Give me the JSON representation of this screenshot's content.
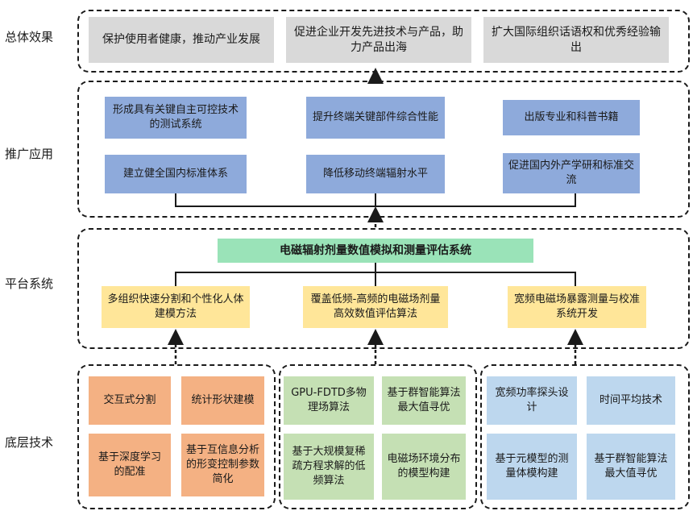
{
  "layers": {
    "overall": "总体效果",
    "application": "推广应用",
    "platform": "平台系统",
    "foundation": "底层技术"
  },
  "overall": {
    "items": [
      "保护使用者健康，推动产业发展",
      "促进企业开发先进技术与产品，助力产品出海",
      "扩大国际组织话语权和优秀经验输出"
    ]
  },
  "application": {
    "items": [
      "形成具有关键自主可控技术的测试系统",
      "提升终端关键部件综合性能",
      "出版专业和科普书籍",
      "建立健全国内标准体系",
      "降低移动终端辐射水平",
      "促进国内外产学研和标准交流"
    ]
  },
  "platform": {
    "title": "电磁辐射剂量数值模拟和测量评估系统",
    "items": [
      "多组织快速分割和个性化人体建模方法",
      "覆盖低频-高频的电磁场剂量高效数值评估算法",
      "宽频电磁场暴露测量与校准系统开发"
    ]
  },
  "foundation": {
    "group1": [
      "交互式分割",
      "统计形状建模",
      "基于深度学习的配准",
      "基于互信息分析的形变控制参数简化"
    ],
    "group2": [
      "GPU-FDTD多物理场算法",
      "基于群智能算法最大值寻优",
      "基于大规模复稀疏方程求解的低频算法",
      "电磁场环境分布的模型构建"
    ],
    "group3": [
      "宽频功率探头设计",
      "时间平均技术",
      "基于元模型的测量体模构建",
      "基于群智能算法最大值寻优"
    ]
  }
}
